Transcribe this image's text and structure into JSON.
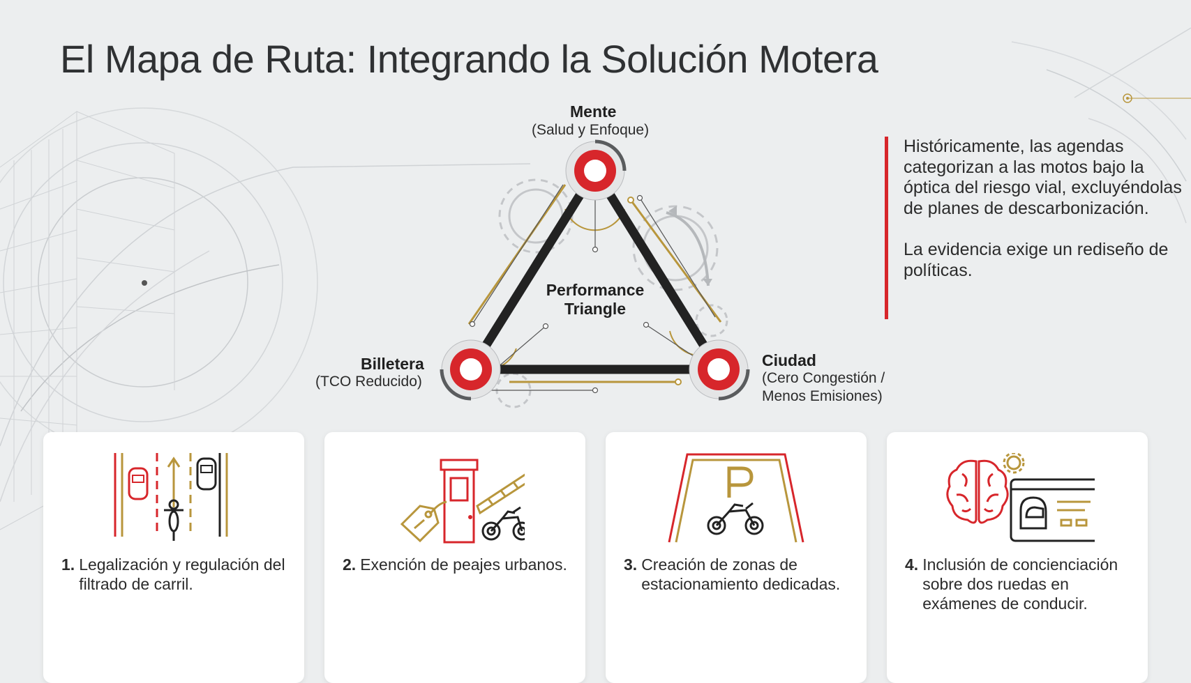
{
  "title": "El Mapa de Ruta: Integrando la Solución Motera",
  "colors": {
    "accent_red": "#d7262b",
    "gold": "#b8963c",
    "dark": "#222222",
    "background": "#eceeef"
  },
  "triangle": {
    "center_label": "Performance\nTriangle",
    "nodes": [
      {
        "title": "Mente",
        "subtitle": "(Salud y Enfoque)"
      },
      {
        "title": "Billetera",
        "subtitle": "(TCO Reducido)"
      },
      {
        "title": "Ciudad",
        "subtitle": "(Cero Congestión /\nMenos Emisiones)"
      }
    ]
  },
  "callout": {
    "paragraphs": [
      "Históricamente, las agendas categorizan a las motos bajo la óptica del riesgo vial, excluyéndolas de planes de descarbonización.",
      "La evidencia exige un rediseño de políticas."
    ]
  },
  "cards": [
    {
      "number": "1.",
      "text": "Legalización y regulación del filtrado de carril.",
      "icon": "lane-filtering-icon"
    },
    {
      "number": "2.",
      "text": "Exención de peajes urbanos.",
      "icon": "toll-exemption-icon"
    },
    {
      "number": "3.",
      "text": "Creación de zonas de estacionamiento dedicadas.",
      "icon": "motorcycle-parking-icon"
    },
    {
      "number": "4.",
      "text": "Inclusión de concienciación sobre dos ruedas en exámenes de conducir.",
      "icon": "brain-license-icon"
    }
  ]
}
